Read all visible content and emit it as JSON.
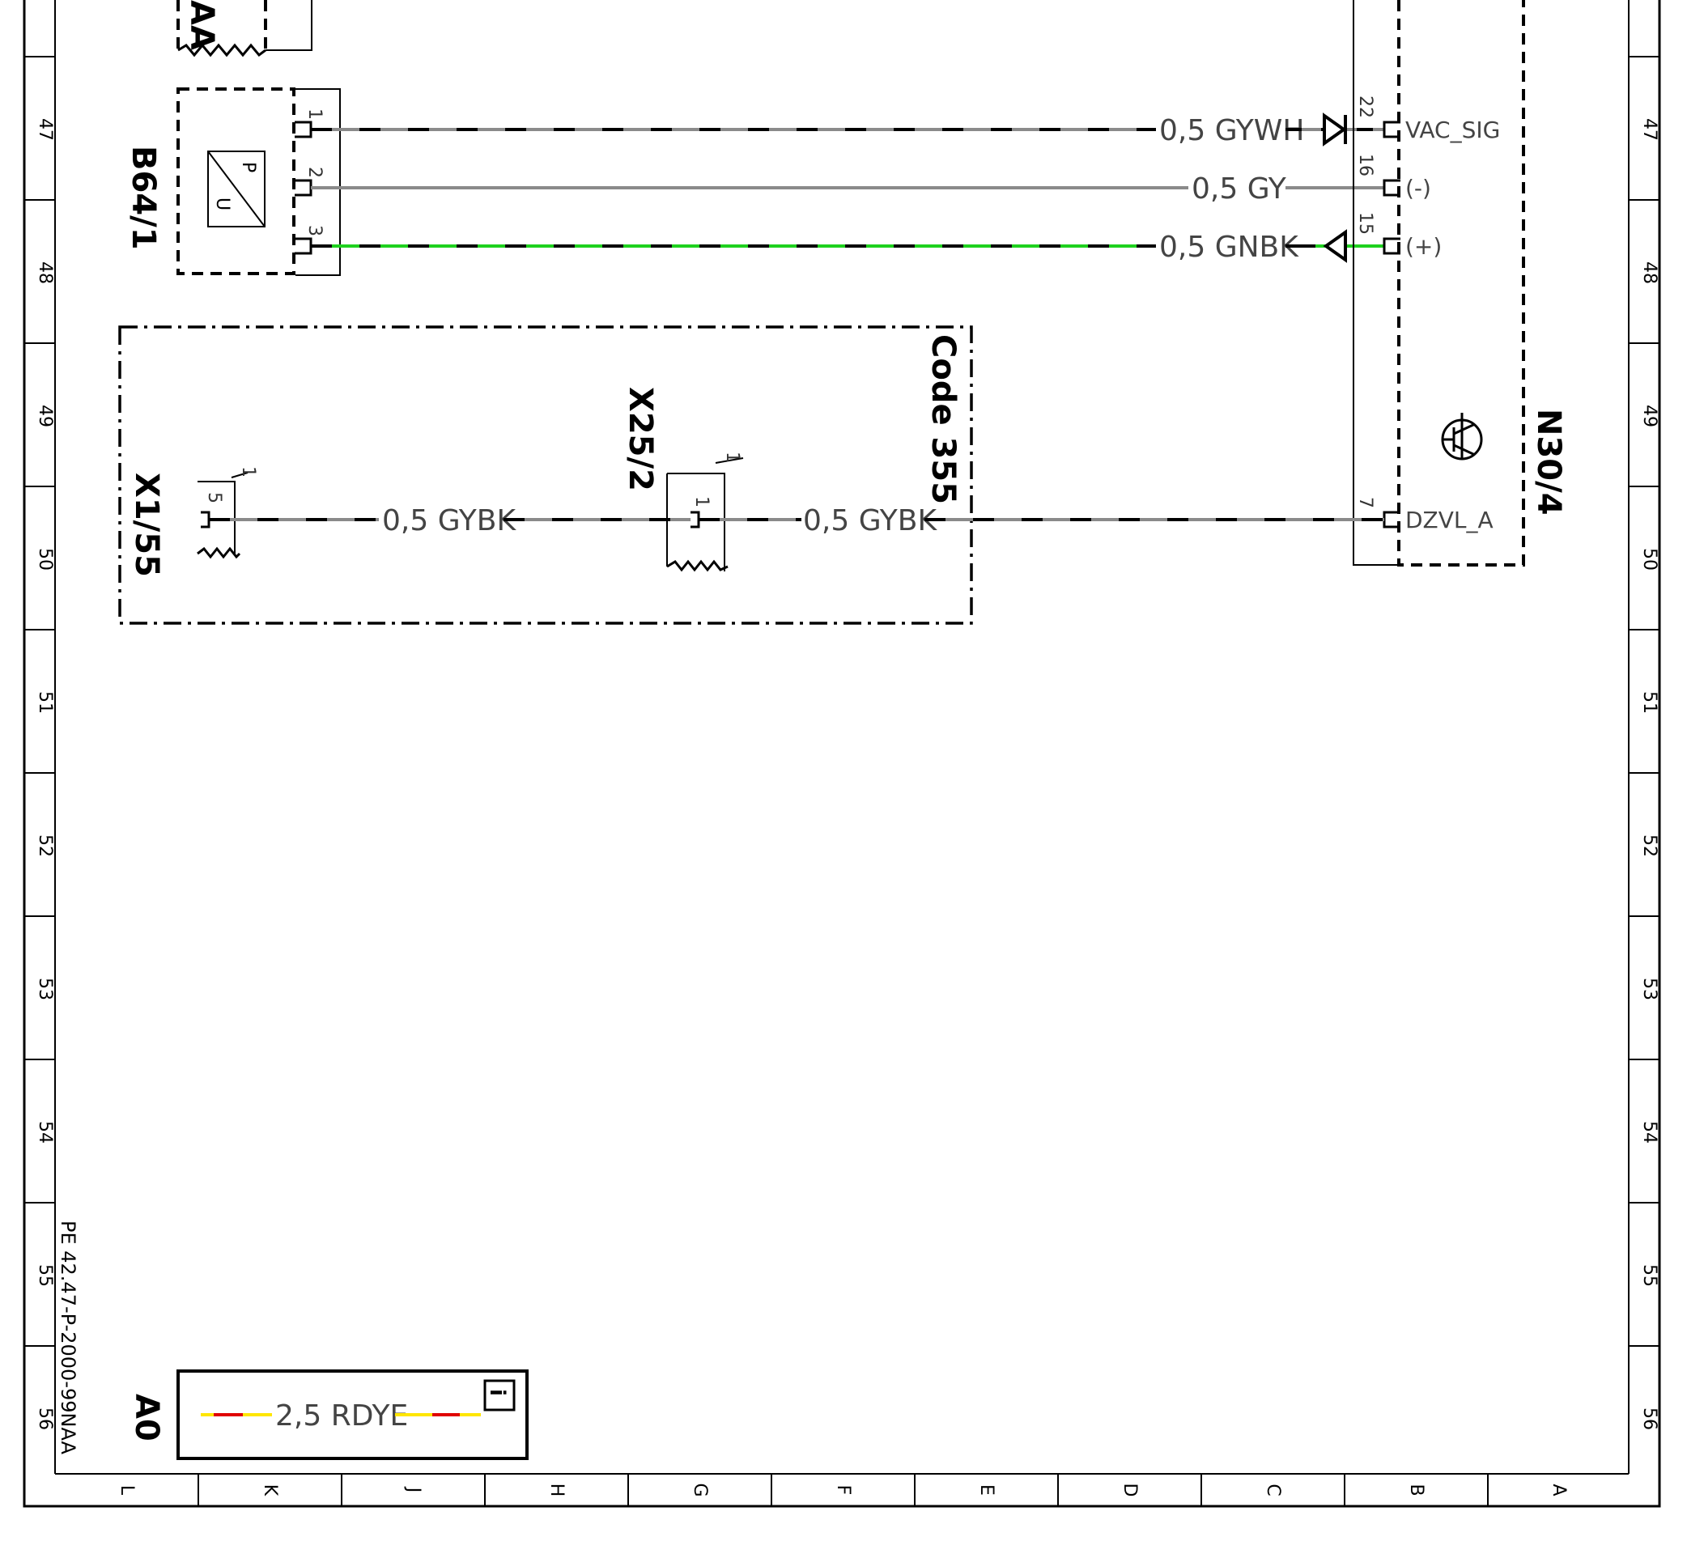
{
  "ruler": {
    "rows": [
      "47",
      "48",
      "49",
      "50",
      "51",
      "52",
      "53",
      "54",
      "55",
      "56"
    ],
    "columns": [
      "L",
      "K",
      "J",
      "H",
      "G",
      "F",
      "E",
      "D",
      "C",
      "B",
      "A"
    ]
  },
  "document_ref": "PE 42.47-P-2000-99NAA",
  "components": {
    "top_fragment": "AA",
    "b64_1": {
      "name": "B64/1",
      "symbol_p": "P",
      "symbol_u": "U",
      "pins": [
        "1",
        "2",
        "3"
      ]
    },
    "n30_4": {
      "name": "N30/4",
      "pins": [
        "22",
        "16",
        "15",
        "7"
      ],
      "signals": [
        "VAC_SIG",
        "(-)",
        "(+)",
        "DZVL_A"
      ]
    },
    "x1_55": {
      "name": "X1/55",
      "pin": "5",
      "branch": "1"
    },
    "x25_2": {
      "name": "X25/2",
      "pin": "1",
      "branch": "1"
    },
    "code_box": {
      "label": "Code 355"
    },
    "a0": {
      "name": "A0",
      "info_icon": "i"
    }
  },
  "wires": {
    "w1": {
      "label": "0,5 GYWH",
      "color": "#8a8a8a",
      "stripe": "#000000"
    },
    "w2": {
      "label": "0,5 GY",
      "color": "#8a8a8a"
    },
    "w3": {
      "label": "0,5 GNBK",
      "color": "#1fd11f",
      "stripe": "#000000"
    },
    "w4a": {
      "label": "0,5 GYBK",
      "color": "#8a8a8a",
      "stripe": "#000000"
    },
    "w4b": {
      "label": "0,5 GYBK",
      "color": "#8a8a8a",
      "stripe": "#000000"
    },
    "legend": {
      "label": "2,5 RDYE",
      "color": "#ffe600",
      "stripe": "#e00000"
    }
  }
}
